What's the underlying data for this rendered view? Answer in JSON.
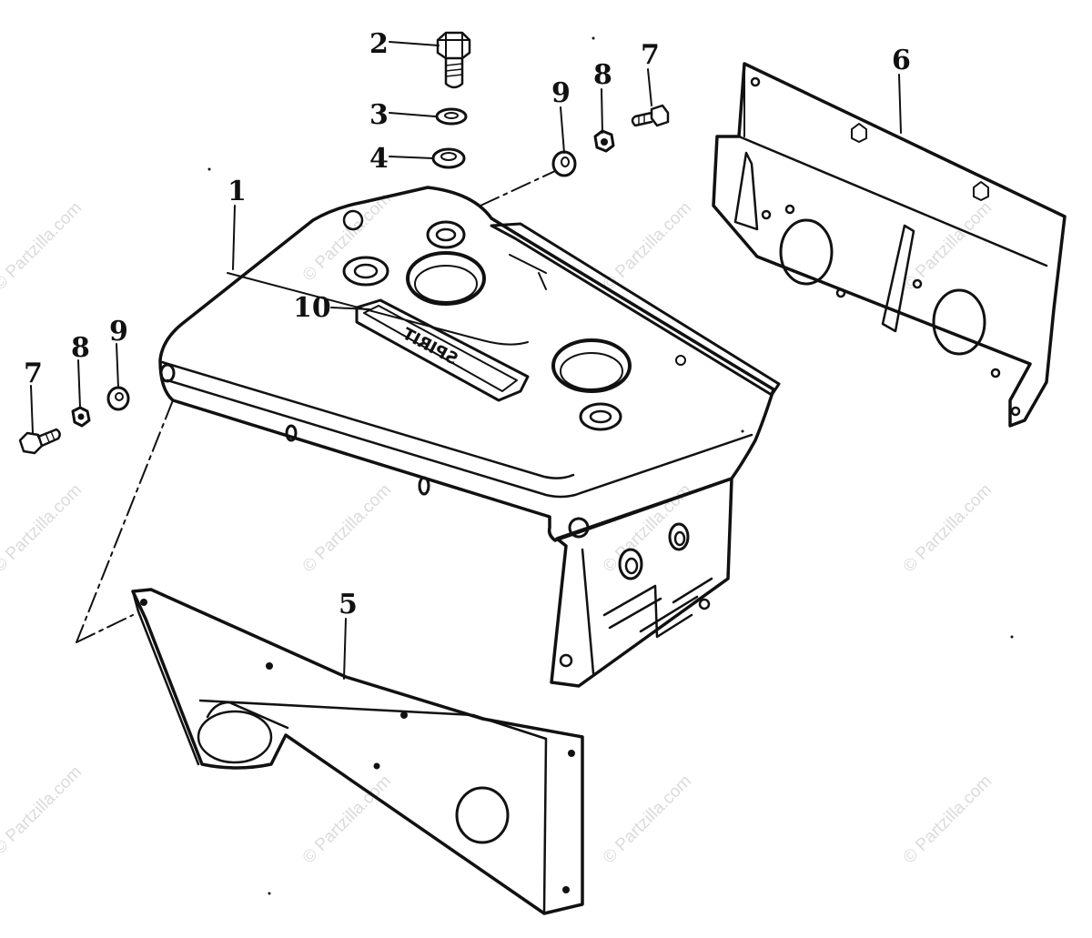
{
  "diagram": {
    "callouts": [
      {
        "id": "c2",
        "text": "2"
      },
      {
        "id": "c3",
        "text": "3"
      },
      {
        "id": "c4",
        "text": "4"
      },
      {
        "id": "c9a",
        "text": "9"
      },
      {
        "id": "c8a",
        "text": "8"
      },
      {
        "id": "c7a",
        "text": "7"
      },
      {
        "id": "c6",
        "text": "6"
      },
      {
        "id": "c1",
        "text": "1"
      },
      {
        "id": "c10",
        "text": "10"
      },
      {
        "id": "c7b",
        "text": "7"
      },
      {
        "id": "c8b",
        "text": "8"
      },
      {
        "id": "c9b",
        "text": "9"
      },
      {
        "id": "c5",
        "text": "5"
      }
    ],
    "badge_text": "SPIRIT"
  },
  "watermark": {
    "text": "© Partzilla.com"
  }
}
